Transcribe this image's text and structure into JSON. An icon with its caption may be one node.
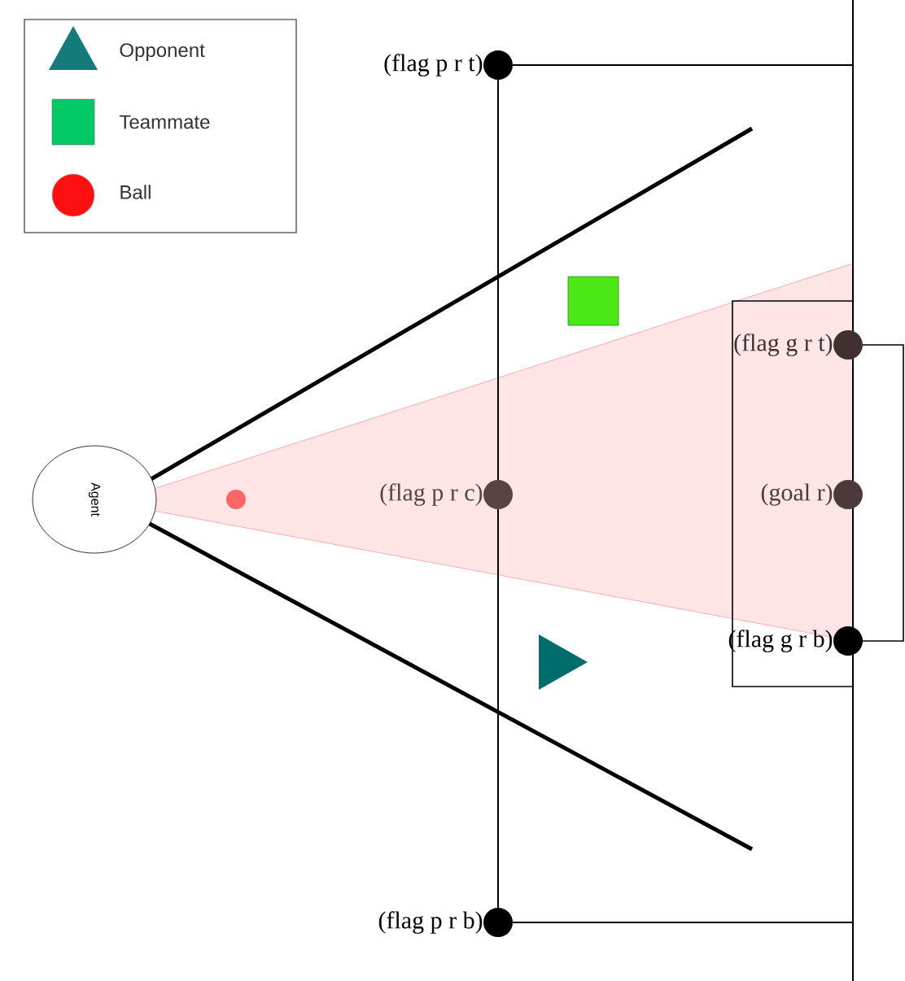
{
  "diagram": {
    "nodes": [
      {
        "text": [
          "Agent"
        ]
      }
    ],
    "labels": [
      "(flag p r t)",
      "(flag g r t)",
      "(flag p r c)",
      "(goal r)",
      "(flag g r b)",
      "(flag p r b)"
    ],
    "legend": [
      {
        "text": "Opponent",
        "color": "#157a7a"
      },
      {
        "text": "Teammate",
        "color": "#00c864"
      },
      {
        "text": "Ball",
        "color": "#ff1010"
      }
    ]
  }
}
